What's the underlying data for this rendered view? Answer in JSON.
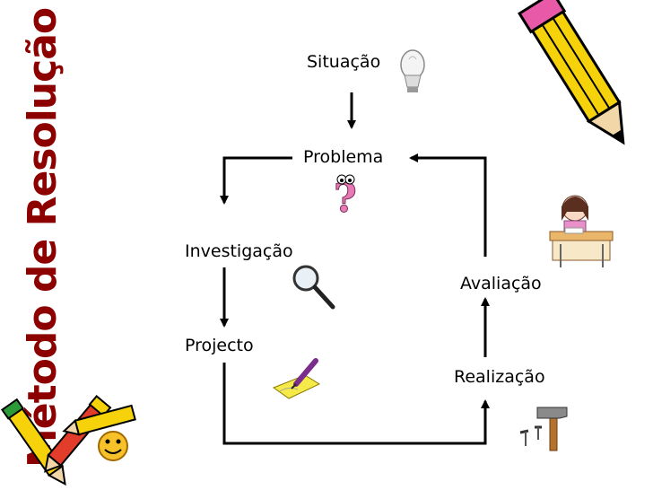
{
  "title": "Método de Resolução de Problemas",
  "nodes": {
    "situacao": "Situação",
    "problema": "Problema",
    "investigacao": "Investigação",
    "projecto": "Projecto",
    "avaliacao": "Avaliação",
    "realizacao": "Realização"
  },
  "colors": {
    "title": "#8c0000",
    "arrow": "#000000"
  },
  "icons": [
    "lightbulb-icon",
    "question-mark-icon",
    "magnifier-icon",
    "pen-paper-icon",
    "student-desk-icon",
    "hammer-nails-icon",
    "pencils-smiley-icon",
    "pencil-icon"
  ]
}
